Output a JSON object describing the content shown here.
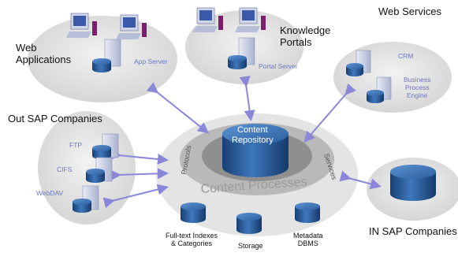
{
  "groups": {
    "web_applications": {
      "title": "Web\nApplications",
      "server": "App Server"
    },
    "knowledge_portals": {
      "title": "Knowledge\nPortals",
      "server": "Portal Server"
    },
    "web_services": {
      "title": "Web Services",
      "items": [
        "CRM",
        "Business\nProcess\nEngine"
      ]
    },
    "out_sap": {
      "title": "Out SAP Companies",
      "items": [
        "FTP",
        "CIFS",
        "WebDAV"
      ]
    },
    "in_sap": {
      "title": "IN SAP Companies"
    }
  },
  "hub": {
    "repository": "Content\nRepository",
    "processes": "Content Processes",
    "left_arc": "Protocols",
    "right_arc": "Services",
    "storage_items": [
      "Full-text Indexes\n& Categories",
      "Storage",
      "Metadata\nDBMS"
    ]
  },
  "colors": {
    "platform": "#dcdcdc",
    "cylinder_dark": "#1a4f8e",
    "cylinder_light": "#4f86c4",
    "arrow": "#8a86d8",
    "small_label": "#6b77c2"
  }
}
